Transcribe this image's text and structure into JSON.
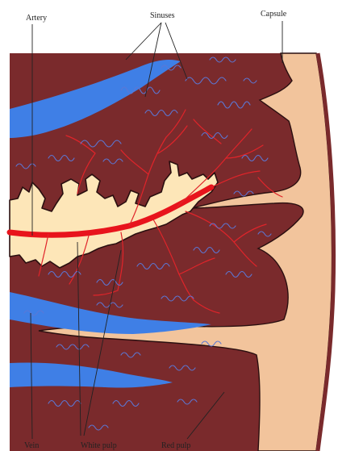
{
  "labels": {
    "artery": "Artery",
    "sinuses": "Sinuses",
    "capsule": "Capsule",
    "vein": "Vein",
    "white_pulp": "White pulp",
    "red_pulp": "Red pulp"
  },
  "colors": {
    "red_pulp": "#7a2a2c",
    "capsule": "#f2c49c",
    "white_pulp": "#fde6b8",
    "vein": "#3f7fe6",
    "artery": "#e8141c",
    "sinus": "#5b78d6",
    "capillary": "#e0242a",
    "outline": "#2a0f10"
  }
}
